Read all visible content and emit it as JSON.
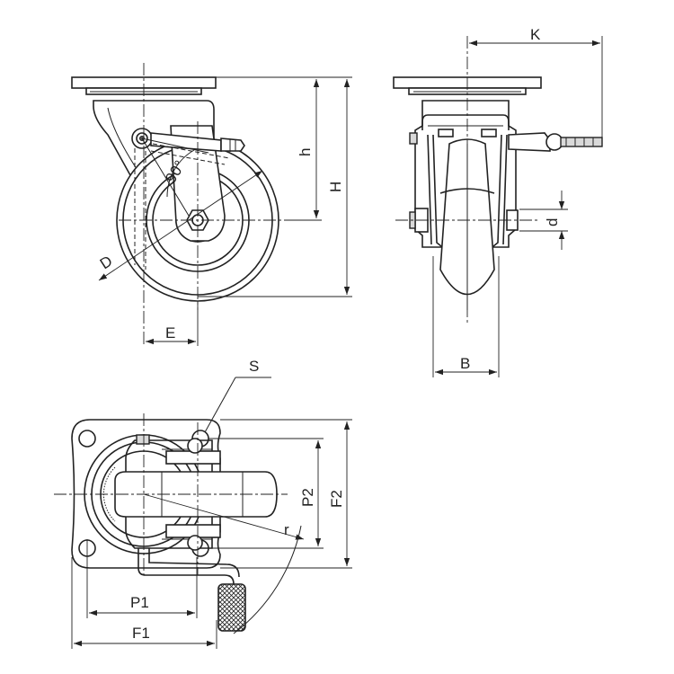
{
  "labels": {
    "D": "D",
    "E": "E",
    "h": "h",
    "H": "H",
    "K": "K",
    "d": "d",
    "B": "B",
    "S": "S",
    "P1": "P1",
    "P2": "P2",
    "F1": "F1",
    "F2": "F2",
    "r": "r",
    "angle": "90°"
  }
}
